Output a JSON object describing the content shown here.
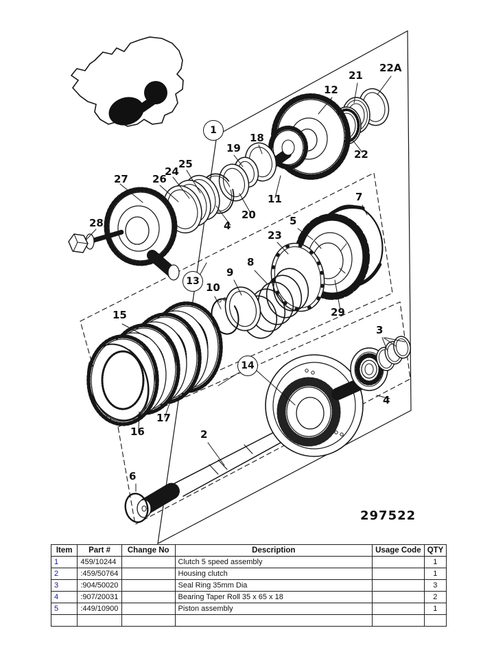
{
  "drawing": {
    "figure_number": "297522",
    "callouts": {
      "c1": "1",
      "c2": "2",
      "c3": "3",
      "c4": "4",
      "c5": "5",
      "c6": "6",
      "c7": "7",
      "c8": "8",
      "c9": "9",
      "c10": "10",
      "c11": "11",
      "c12": "12",
      "c13": "13",
      "c14": "14",
      "c15": "15",
      "c16": "16",
      "c17": "17",
      "c18": "18",
      "c19": "19",
      "c20": "20",
      "c21": "21",
      "c22": "22",
      "c22A": "22A",
      "c23": "23",
      "c24": "24",
      "c25": "25",
      "c26": "26",
      "c27": "27",
      "c28": "28",
      "c29": "29"
    },
    "line_color": "#161616",
    "background": "#ffffff"
  },
  "table": {
    "headers": [
      "Item",
      "Part #",
      "Change No",
      "Description",
      "Usage Code",
      "QTY"
    ],
    "rows": [
      {
        "item": "1",
        "part": "459/10244",
        "change": "",
        "desc": "Clutch 5 speed assembly",
        "usage": "",
        "qty": "1"
      },
      {
        "item": "2",
        "part": ":459/50764",
        "change": "",
        "desc": "Housing clutch",
        "usage": "",
        "qty": "1"
      },
      {
        "item": "3",
        "part": ":904/50020",
        "change": "",
        "desc": "Seal Ring 35mm Dia",
        "usage": "",
        "qty": "3"
      },
      {
        "item": "4",
        "part": ":907/20031",
        "change": "",
        "desc": "Bearing Taper Roll 35 x 65 x 18",
        "usage": "",
        "qty": "2"
      },
      {
        "item": "5",
        "part": ":449/10900",
        "change": "",
        "desc": "Piston assembly",
        "usage": "",
        "qty": "1"
      }
    ],
    "item_number_color": "#14148c"
  }
}
